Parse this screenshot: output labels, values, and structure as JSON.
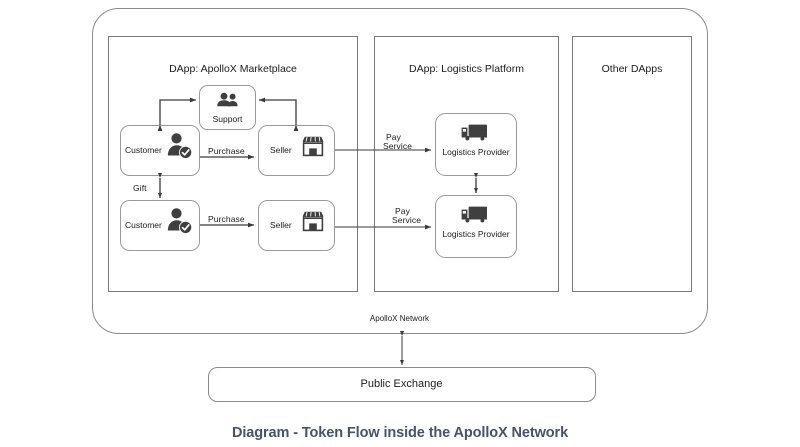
{
  "diagram": {
    "caption": "Diagram - Token Flow inside the ApolloX Network",
    "network_label": "ApolloX Network",
    "panels": [
      {
        "title": "DApp: ApolloX Marketplace"
      },
      {
        "title": "DApp: Logistics Platform"
      },
      {
        "title": "Other DApps"
      }
    ],
    "nodes": {
      "support": {
        "label": "Support",
        "icon": "people-icon"
      },
      "customer_1": {
        "label": "Customer",
        "icon": "person-check-icon"
      },
      "customer_2": {
        "label": "Customer",
        "icon": "person-check-icon"
      },
      "seller_1": {
        "label": "Seller",
        "icon": "store-icon"
      },
      "seller_2": {
        "label": "Seller",
        "icon": "store-icon"
      },
      "logistics_1": {
        "label": "Logistics Provider",
        "icon": "truck-icon"
      },
      "logistics_2": {
        "label": "Logistics Provider",
        "icon": "truck-icon"
      },
      "exchange": {
        "label": "Public Exchange"
      }
    },
    "edges": [
      {
        "id": "purchase-1",
        "label": "Purchase",
        "from": "customer_1",
        "to": "seller_1"
      },
      {
        "id": "purchase-2",
        "label": "Purchase",
        "from": "customer_2",
        "to": "seller_2"
      },
      {
        "id": "gift",
        "label": "Gift",
        "from": "customer_1",
        "to": "customer_2"
      },
      {
        "id": "pay-service-1",
        "label_line1": "Pay",
        "label_line2": "Service",
        "from": "seller_1",
        "to": "logistics_1"
      },
      {
        "id": "pay-service-2",
        "label_line1": "Pay",
        "label_line2": "Service",
        "from": "seller_2",
        "to": "logistics_2"
      },
      {
        "id": "customer-support",
        "label": "",
        "from": "customer_1",
        "to": "support"
      },
      {
        "id": "seller-support",
        "label": "",
        "from": "seller_1",
        "to": "support"
      },
      {
        "id": "logistics-link",
        "label": "",
        "from": "logistics_1",
        "to": "logistics_2"
      },
      {
        "id": "network-exchange",
        "label": "",
        "from": "network",
        "to": "exchange"
      }
    ],
    "colors": {
      "stroke": "#666666",
      "node_stroke": "#9a9a9a",
      "arrow": "#3a3a3a",
      "icon": "#3f3f3f",
      "caption": "#44546a",
      "background": "#ffffff"
    }
  }
}
